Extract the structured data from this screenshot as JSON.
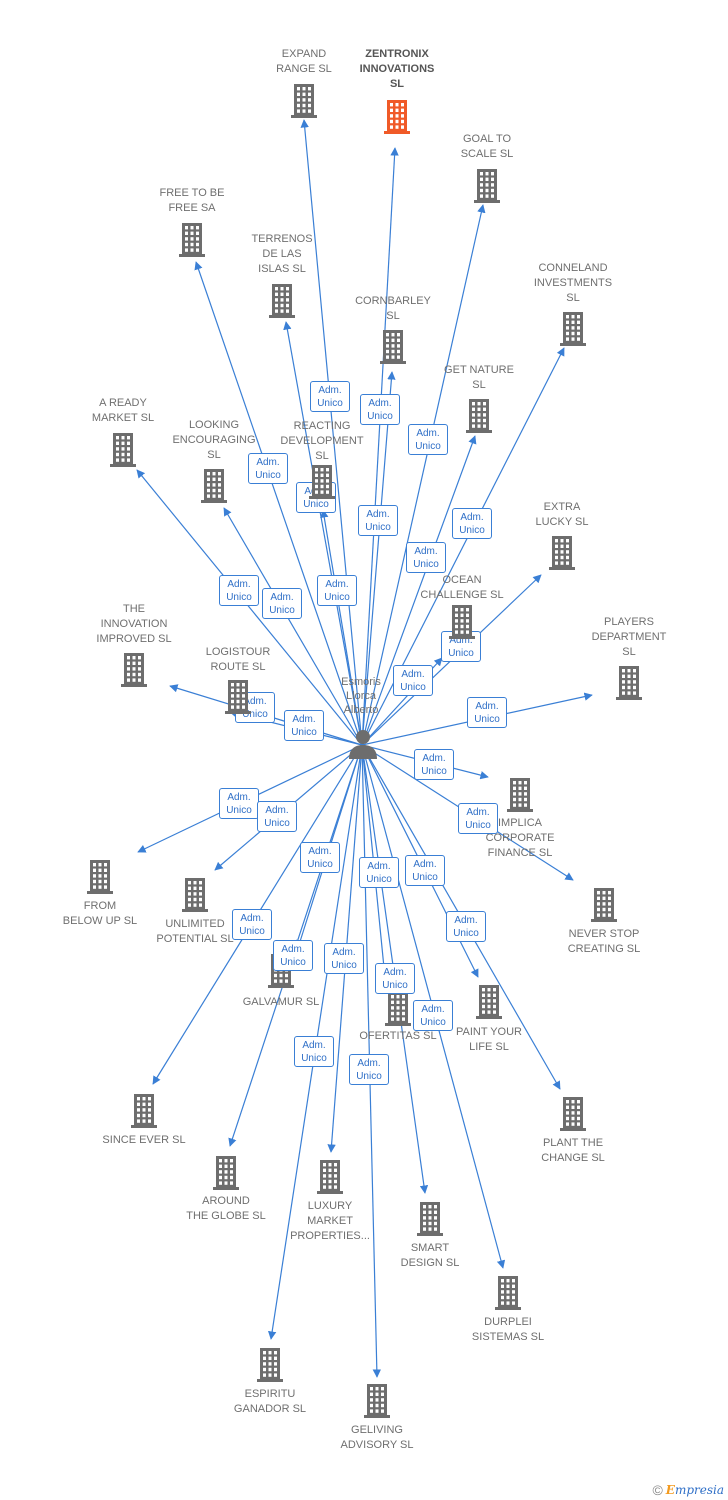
{
  "center": {
    "label": "Esmoris\nLlorca\nAlberto"
  },
  "relation_label": "Adm.\nUnico",
  "colors": {
    "edge": "#3a7fd5",
    "building": "#6d6d6d",
    "highlight": "#f05a28"
  },
  "nodes": [
    {
      "name": "EXPAND\nRANGE  SL"
    },
    {
      "name": "ZENTRONIX\nINNOVATIONS\nSL",
      "highlight": true
    },
    {
      "name": "GOAL TO\nSCALE  SL"
    },
    {
      "name": "FREE TO BE\nFREE SA"
    },
    {
      "name": "TERRENOS\nDE LAS\nISLAS  SL"
    },
    {
      "name": "CORNBARLEY\nSL"
    },
    {
      "name": "CONNELAND\nINVESTMENTS\nSL"
    },
    {
      "name": "GET NATURE\nSL"
    },
    {
      "name": "A READY\nMARKET  SL"
    },
    {
      "name": "LOOKING\nENCOURAGING\nSL"
    },
    {
      "name": "REACTING\nDEVELOPMENT\nSL"
    },
    {
      "name": "EXTRA\nLUCKY  SL"
    },
    {
      "name": "OCEAN\nCHALLENGE  SL"
    },
    {
      "name": "THE\nINNOVATION\nIMPROVED  SL"
    },
    {
      "name": "LOGISTOUR\nROUTE  SL"
    },
    {
      "name": "PLAYERS\nDEPARTMENT\nSL"
    },
    {
      "name": "IMPLICA\nCORPORATE\nFINANCE  SL"
    },
    {
      "name": "FROM\nBELOW UP  SL"
    },
    {
      "name": "UNLIMITED\nPOTENTIAL  SL"
    },
    {
      "name": "NEVER STOP\nCREATING  SL"
    },
    {
      "name": "GALVAMUR  SL"
    },
    {
      "name": "OFERTITAS  SL"
    },
    {
      "name": "PAINT YOUR\nLIFE  SL"
    },
    {
      "name": "SINCE EVER  SL"
    },
    {
      "name": "PLANT THE\nCHANGE  SL"
    },
    {
      "name": "AROUND\nTHE GLOBE  SL"
    },
    {
      "name": "LUXURY\nMARKET\nPROPERTIES..."
    },
    {
      "name": "SMART\nDESIGN  SL"
    },
    {
      "name": "DURPLEI\nSISTEMAS  SL"
    },
    {
      "name": "ESPIRITU\nGANADOR SL"
    },
    {
      "name": "GELIVING\nADVISORY  SL"
    }
  ],
  "footer": {
    "copyright": "©",
    "brand_first": "E",
    "brand_rest": "mpresia"
  }
}
